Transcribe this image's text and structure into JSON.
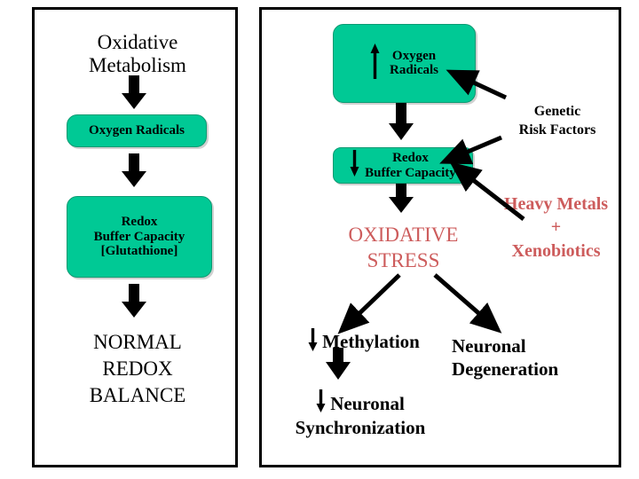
{
  "figure": {
    "title": "Oxidative stress pathway comparison",
    "colors": {
      "box_fill": "#00c995",
      "box_border": "#0a9a72",
      "panel_border": "#000000",
      "accent_red": "#cd5c5c",
      "text": "#000000",
      "background": "#ffffff"
    }
  },
  "left_panel": {
    "name": "normal-redox-pathway",
    "heading": "Oxidative\nMetabolism",
    "heading_line1": "Oxidative",
    "heading_line2": "Metabolism",
    "nodes": [
      {
        "id": "l-oxygen-radicals",
        "label": "Oxygen Radicals",
        "shape": "rounded-box",
        "fill": "#00c995"
      },
      {
        "id": "l-redox-buffer",
        "label": "Redox\nBuffer Capacity\n[Glutathione]",
        "line1": "Redox",
        "line2": "Buffer Capacity",
        "line3": "[Glutathione]",
        "shape": "rounded-box",
        "fill": "#00c995"
      },
      {
        "id": "l-outcome",
        "label": "NORMAL\nREDOX\nBALANCE",
        "line1": "NORMAL",
        "line2": "REDOX",
        "line3": "BALANCE",
        "shape": "text",
        "fill": "none"
      }
    ],
    "arrows": [
      {
        "from": "heading",
        "to": "l-oxygen-radicals",
        "direction": "down"
      },
      {
        "from": "l-oxygen-radicals",
        "to": "l-redox-buffer",
        "direction": "down"
      },
      {
        "from": "l-redox-buffer",
        "to": "l-outcome",
        "direction": "down"
      }
    ]
  },
  "right_panel": {
    "name": "oxidative-stress-pathway",
    "nodes": [
      {
        "id": "r-oxygen-radicals",
        "label": "Oxygen\nRadicals",
        "line1": "Oxygen",
        "line2": "Radicals",
        "trend": "up",
        "trend_glyph": "↑",
        "shape": "rounded-box",
        "fill": "#00c995"
      },
      {
        "id": "r-redox-buffer",
        "label": "Redox\nBuffer Capacity",
        "line1": "Redox",
        "line2": "Buffer Capacity",
        "trend": "down",
        "trend_glyph": "↓",
        "shape": "rounded-box",
        "fill": "#00c995"
      },
      {
        "id": "r-oxidative-stress",
        "label": "OXIDATIVE\nSTRESS",
        "line1": "OXIDATIVE",
        "line2": "STRESS",
        "shape": "text",
        "color": "#cd5c5c"
      },
      {
        "id": "r-methylation",
        "label": "Methylation",
        "trend": "down",
        "trend_glyph": "↓",
        "shape": "text"
      },
      {
        "id": "r-neuronal-sync",
        "label": "Neuronal\nSynchronization",
        "line1": "Neuronal",
        "line2": "Synchronization",
        "trend": "down",
        "trend_glyph": "↓",
        "shape": "text"
      },
      {
        "id": "r-neuronal-degeneration",
        "label": "Neuronal\nDegeneration",
        "line1": "Neuronal",
        "line2": "Degeneration",
        "shape": "text"
      }
    ],
    "external_factors": [
      {
        "id": "genetic-risk-factors",
        "line1": "Genetic",
        "line2": "Risk Factors",
        "color": "#000000",
        "targets": [
          "r-oxygen-radicals",
          "r-redox-buffer"
        ]
      },
      {
        "id": "heavy-metals-xenobiotics",
        "line1": "Heavy Metals",
        "line2": "+",
        "line3": "Xenobiotics",
        "color": "#cd5c5c",
        "targets": [
          "r-redox-buffer"
        ]
      }
    ],
    "arrows": [
      {
        "from": "r-oxygen-radicals",
        "to": "r-redox-buffer",
        "direction": "down"
      },
      {
        "from": "r-redox-buffer",
        "to": "r-oxidative-stress",
        "direction": "down"
      },
      {
        "from": "r-oxidative-stress",
        "to": "r-methylation",
        "direction": "down-left"
      },
      {
        "from": "r-oxidative-stress",
        "to": "r-neuronal-degeneration",
        "direction": "down-right"
      },
      {
        "from": "r-methylation",
        "to": "r-neuronal-sync",
        "direction": "down"
      },
      {
        "from": "genetic-risk-factors",
        "to": "r-oxygen-radicals",
        "direction": "up-left"
      },
      {
        "from": "genetic-risk-factors",
        "to": "r-redox-buffer",
        "direction": "left"
      },
      {
        "from": "heavy-metals-xenobiotics",
        "to": "r-redox-buffer",
        "direction": "up-left"
      }
    ]
  }
}
